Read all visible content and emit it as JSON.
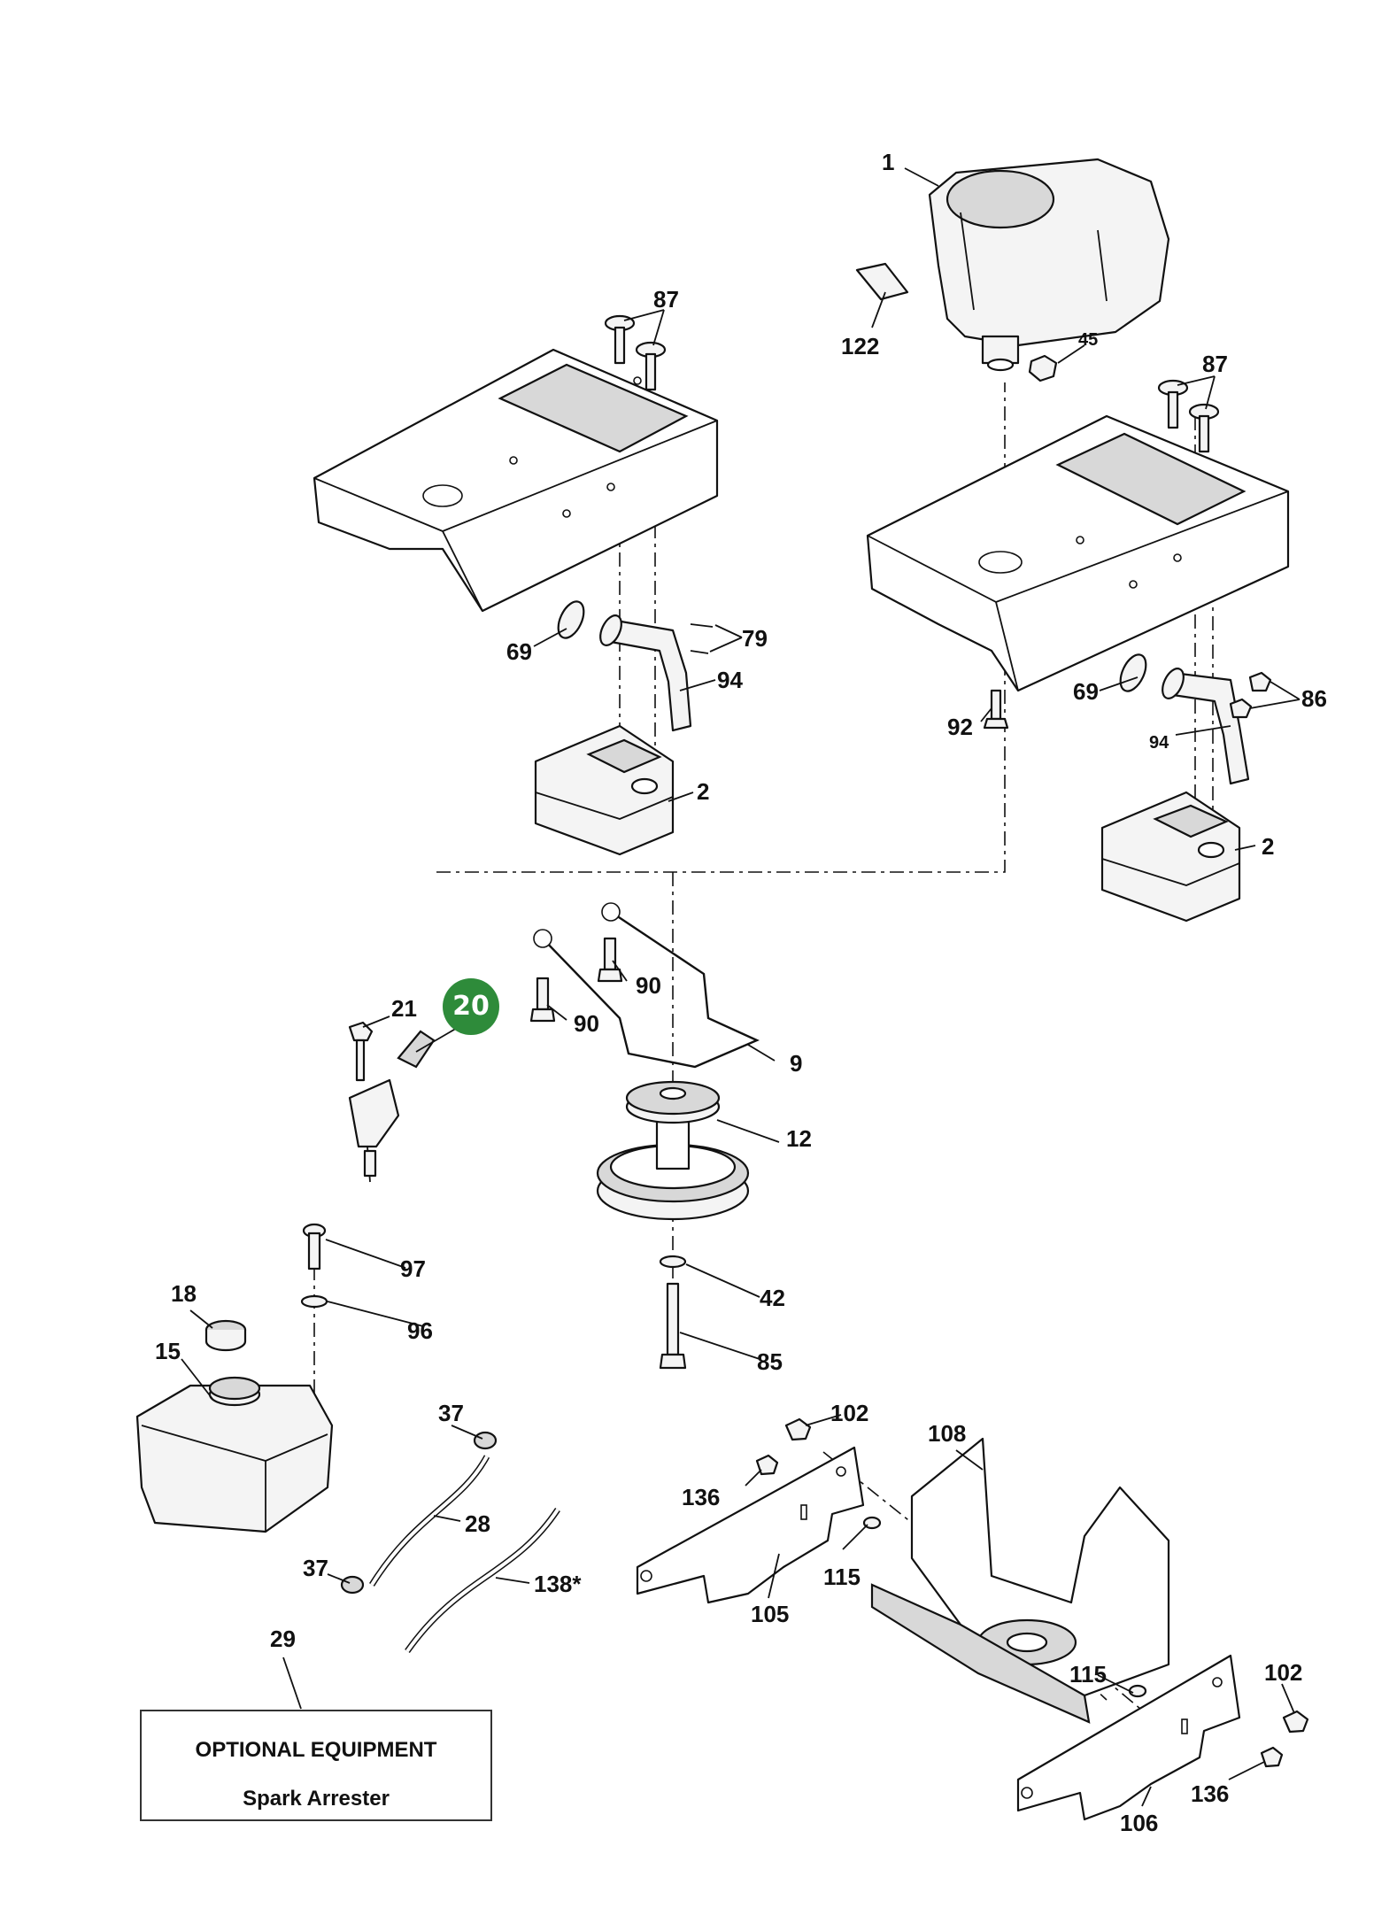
{
  "colors": {
    "highlight": "#2e8b3a",
    "line": "#111111"
  },
  "highlight": {
    "number": "20"
  },
  "callouts": {
    "c1": "1",
    "c122": "122",
    "c45": "45",
    "c87a": "87",
    "c87b": "87",
    "c69a": "69",
    "c79": "79",
    "c94a": "94",
    "c2a": "2",
    "c69b": "69",
    "c86": "86",
    "c92": "92",
    "c94b": "94",
    "c2b": "2",
    "c21": "21",
    "c90a": "90",
    "c90b": "90",
    "c9": "9",
    "c12": "12",
    "c97": "97",
    "c18": "18",
    "c96": "96",
    "c15": "15",
    "c42": "42",
    "c85": "85",
    "c37a": "37",
    "c37b": "37",
    "c28": "28",
    "c138": "138*",
    "c29": "29",
    "c102a": "102",
    "c108": "108",
    "c136a": "136",
    "c115a": "115",
    "c105": "105",
    "c115b": "115",
    "c102b": "102",
    "c136b": "136",
    "c106": "106"
  },
  "optional_box": {
    "title": "OPTIONAL EQUIPMENT",
    "subtitle": "Spark Arrester"
  }
}
